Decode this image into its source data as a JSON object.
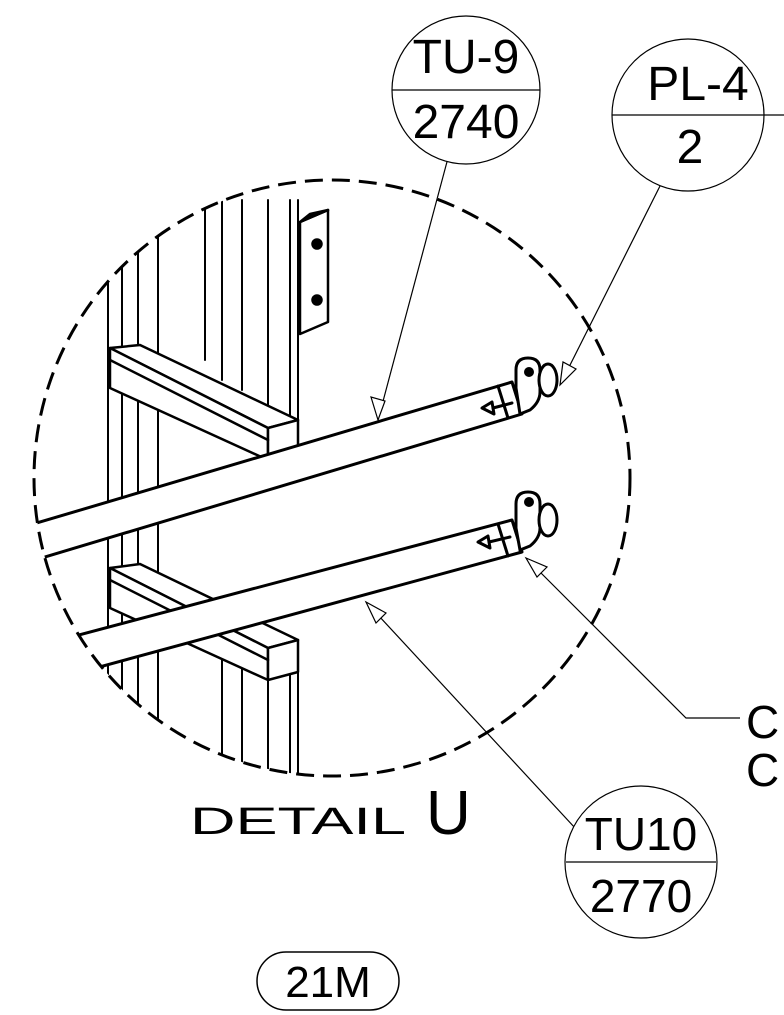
{
  "balloons": {
    "tu9": {
      "part": "TU-9",
      "qty": "2740"
    },
    "pl4": {
      "part": "PL-4",
      "qty": "2"
    },
    "tu10": {
      "part": "TU10",
      "qty": "2770"
    }
  },
  "callout_partial": {
    "line1": "C",
    "line2": "C"
  },
  "detail": {
    "prefix": "DETAIL",
    "letter": "U",
    "sheet_ref": "21M"
  }
}
